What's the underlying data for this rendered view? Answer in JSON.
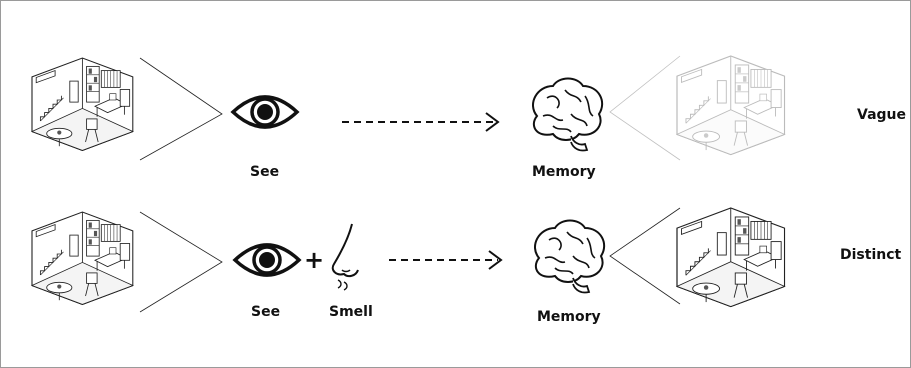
{
  "row1": {
    "see_label": "See",
    "memory_label": "Memory",
    "result_label": "Vague"
  },
  "row2": {
    "see_label": "See",
    "plus_sign": "+",
    "smell_label": "Smell",
    "memory_label": "Memory",
    "result_label": "Distinct"
  },
  "colors": {
    "line": "#222222",
    "faded": "#c8c8c8",
    "frame": "#9a9a9a"
  },
  "icons": [
    "room-illustration",
    "eye-icon",
    "nose-icon",
    "brain-icon",
    "dashed-arrow"
  ]
}
